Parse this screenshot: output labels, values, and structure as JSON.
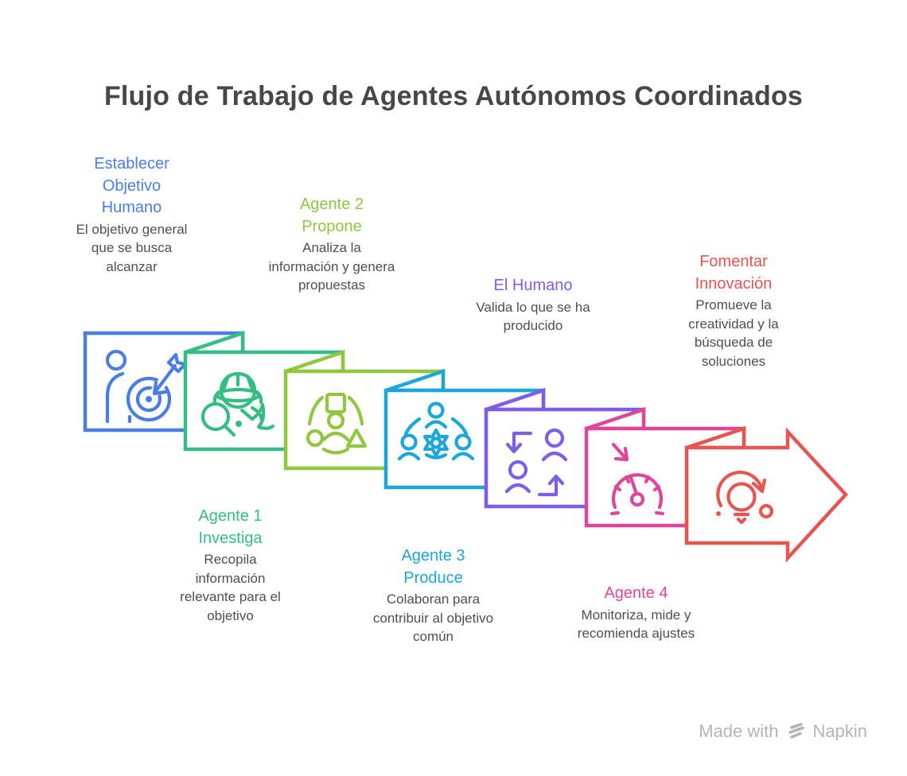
{
  "title": "Flujo de Trabajo de Agentes Autónomos Coordinados",
  "steps": [
    {
      "label": "Establecer Objetivo Humano",
      "description": "El objetivo general que se busca alcanzar",
      "color": "#4A7EE6",
      "icon": "person-target-icon",
      "label_position": "top"
    },
    {
      "label": "Agente 1 Investiga",
      "description": "Recopila información relevante para el objetivo",
      "color": "#35BE84",
      "icon": "detective-search-icon",
      "label_position": "bottom"
    },
    {
      "label": "Agente 2 Propone",
      "description": "Analiza la información y genera propuestas",
      "color": "#90C73E",
      "icon": "shapes-group-icon",
      "label_position": "top"
    },
    {
      "label": "Agente 3 Produce",
      "description": "Colaboran para contribuir al objetivo común",
      "color": "#1BA7DB",
      "icon": "team-gear-icon",
      "label_position": "bottom"
    },
    {
      "label": "El Humano",
      "description": "Valida lo que se ha producido",
      "color": "#7E5DE8",
      "icon": "people-exchange-icon",
      "label_position": "top"
    },
    {
      "label": "Agente 4",
      "description": "Monitoriza, mide y recomienda ajustes",
      "color": "#E0459C",
      "icon": "gauge-arrow-icon",
      "label_position": "bottom"
    },
    {
      "label": "Fomentar Innovación",
      "description": "Promueve la creatividad y la búsqueda de soluciones",
      "color": "#E85450",
      "icon": "lightbulb-innovation-icon",
      "label_position": "top"
    }
  ],
  "watermark": {
    "text_prefix": "Made with",
    "brand": "Napkin",
    "color": "#b5b5b5",
    "logo": "napkin-logo-icon"
  }
}
